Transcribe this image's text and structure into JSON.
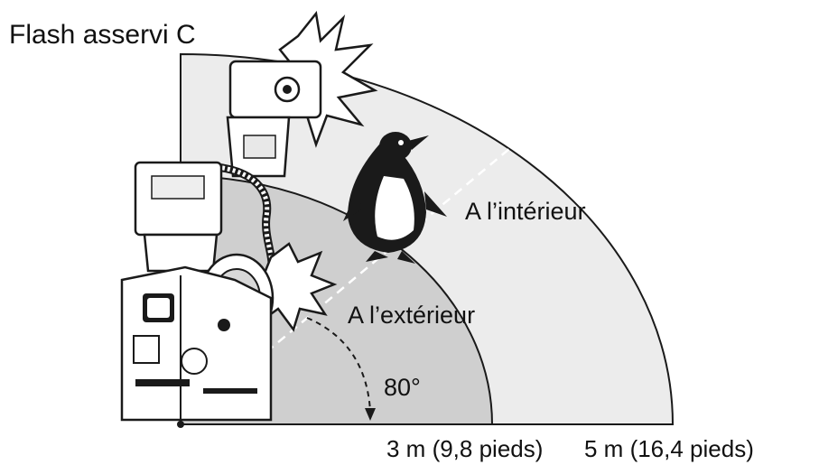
{
  "title": "Flash asservi C",
  "labels": {
    "indoor": "A l’intérieur",
    "outdoor": "A l’extérieur",
    "angle": "80°",
    "distance_3m": "3 m (9,8 pieds)",
    "distance_5m": "5 m (16,4 pieds)"
  },
  "colors": {
    "outer_zone": "#ececec",
    "inner_zone": "#cfcfcf",
    "line": "#1a1a1a"
  },
  "icons": {
    "slave_flash": "speedlite-flash-icon",
    "penguin": "penguin-subject-icon",
    "camera": "slr-camera-icon",
    "ring_flash": "macro-ring-flash-icon",
    "flash_burst": "flash-burst-icon"
  }
}
